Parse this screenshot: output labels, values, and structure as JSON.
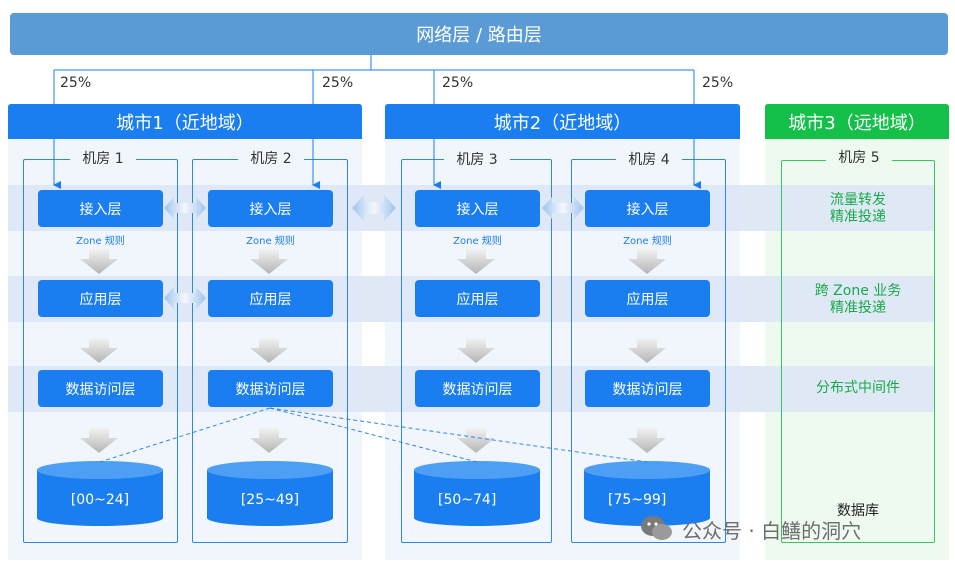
{
  "title": "网络层 / 路由层",
  "percentages": [
    "25%",
    "25%",
    "25%",
    "25%"
  ],
  "cities": [
    {
      "label": "城市1（近地域）",
      "color": "#1a7ef0"
    },
    {
      "label": "城市2（近地域）",
      "color": "#1a7ef0"
    },
    {
      "label": "城市3（远地域）",
      "color": "#14c04a"
    }
  ],
  "rooms": [
    "机房 1",
    "机房 2",
    "机房 3",
    "机房 4",
    "机房 5"
  ],
  "layers": {
    "access": "接入层",
    "app": "应用层",
    "data": "数据访问层",
    "zone_rule": "Zone 规则"
  },
  "databases": [
    "[00~24]",
    "[25~49]",
    "[50~74]",
    "[75~99]"
  ],
  "city3_notes": {
    "access": "流量转发\n精准投递",
    "app": "跨 Zone 业务\n精准投递",
    "data": "分布式中间件",
    "db": "数据库"
  },
  "watermark": "公众号 · 白鳝的洞穴",
  "colors": {
    "blue": "#1a7ef0",
    "green": "#14c04a",
    "header": "#5b9bd5"
  }
}
